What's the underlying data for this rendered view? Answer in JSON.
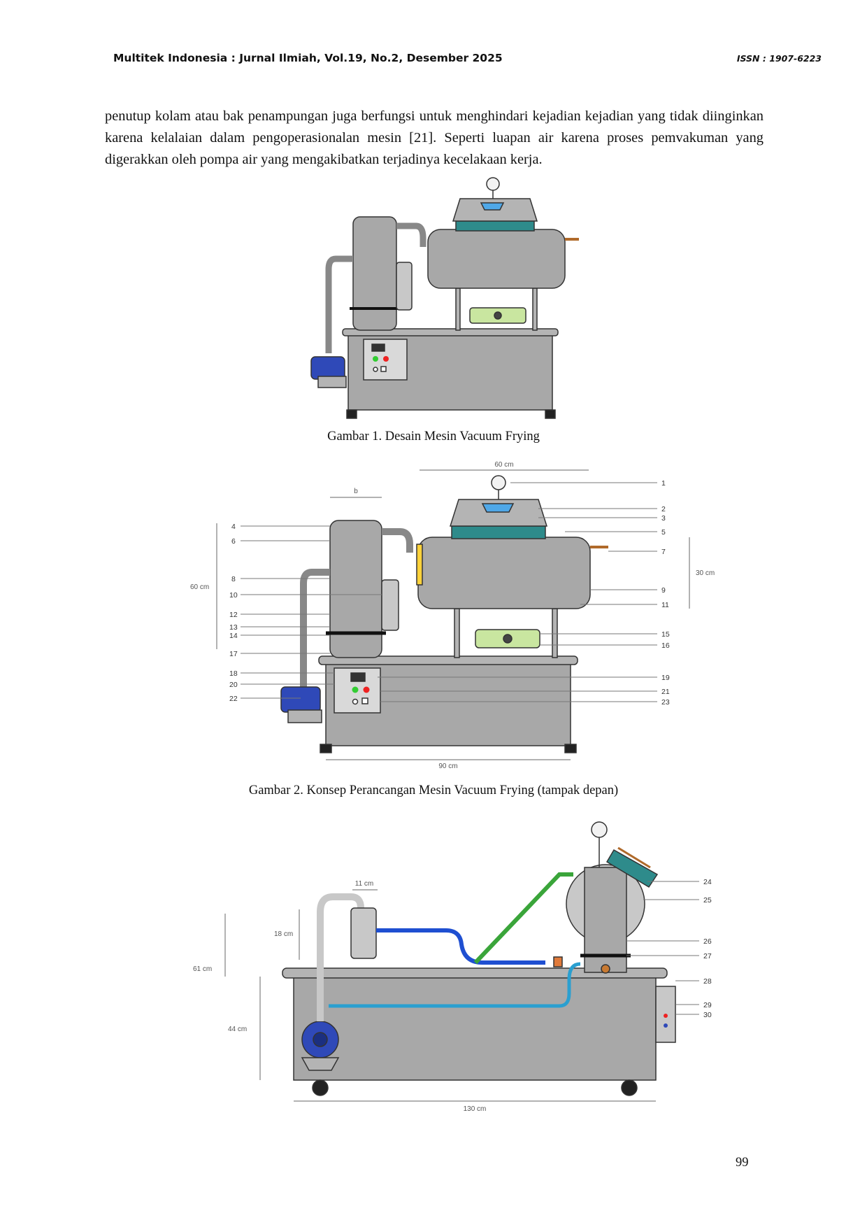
{
  "header": {
    "journal": "Multitek Indonesia : Jurnal  Ilmiah, Vol.19, No.2, Desember 2025",
    "issn": "ISSN : 1907-6223"
  },
  "paragraph": "penutup kolam atau bak penampungan juga berfungsi untuk menghindari kejadian kejadian yang tidak diinginkan karena kelalaian dalam pengoperasionalan mesin [21]. Seperti luapan air karena proses pemvakuman yang digerakkan oleh pompa air yang mengakibatkan terjadinya kecelakaan kerja.",
  "figures": [
    {
      "caption": "Gambar 1. Desain Mesin Vacuum Frying",
      "dims": [],
      "labels": []
    },
    {
      "caption": "Gambar 2. Konsep Perancangan Mesin Vacuum Frying (tampak depan)",
      "dims": [
        "60 cm",
        "b",
        "60 cm",
        "30 cm",
        "90 cm"
      ],
      "labels": [
        "1",
        "2",
        "3",
        "4",
        "5",
        "6",
        "7",
        "8",
        "9",
        "10",
        "11",
        "12",
        "13",
        "14",
        "15",
        "16",
        "17",
        "18",
        "19",
        "20",
        "21",
        "22",
        "23"
      ]
    },
    {
      "caption": "",
      "dims": [
        "11 cm",
        "18 cm",
        "61 cm",
        "44 cm",
        "130 cm"
      ],
      "labels": [
        "24",
        "25",
        "26",
        "27",
        "28",
        "29",
        "30"
      ]
    }
  ],
  "page_number": "99",
  "colors": {
    "body_grey": "#a8a8a8",
    "lid_teal": "#2e8b8b",
    "pump_blue": "#2f49b8",
    "hose_blue": "#1f4fd1",
    "hose_green": "#3aa53a",
    "stove_green": "#c9e6a0"
  }
}
